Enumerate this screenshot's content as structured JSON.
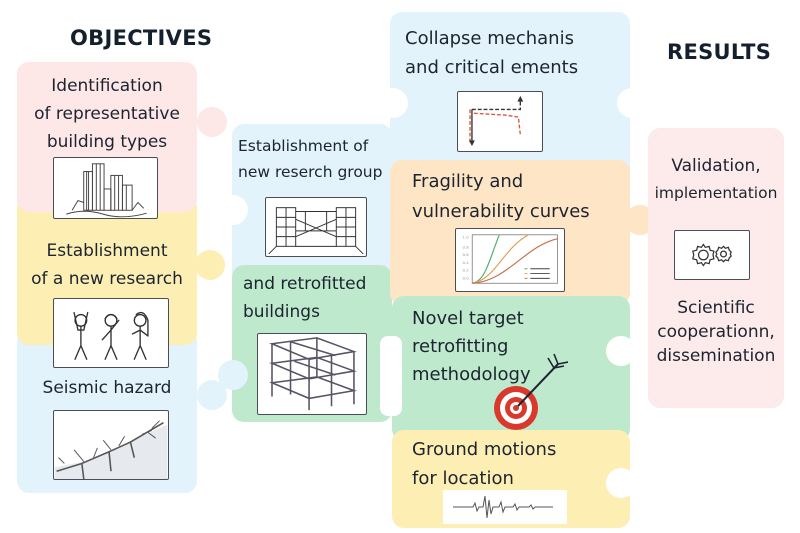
{
  "headings": {
    "objectives": "OBJECTIVES",
    "results": "RESULTS"
  },
  "objectives": [
    {
      "text": "Identification of representative building types",
      "lines": [
        "Identification",
        "of representative",
        "building types"
      ],
      "icon": "city-buildings-icon",
      "color": "#fde7e7"
    },
    {
      "text": "Establishment of a new research",
      "lines": [
        "Establishment",
        "of a new research"
      ],
      "icon": "research-team-icon",
      "color": "#fdeeb3"
    },
    {
      "text": "Seismic hazard",
      "lines": [
        "Seismic hazard"
      ],
      "icon": "ground-crack-icon",
      "color": "#e2f3fc"
    }
  ],
  "middle": [
    {
      "text": "Establishment of new reserch group",
      "lines": [
        "Establishment of",
        "new reserch group"
      ],
      "icon": "shake-table-frame-icon",
      "color": "#e2f3fc"
    },
    {
      "text": "and retrofitted buildings",
      "lines": [
        "and retrofitted",
        "buildings"
      ],
      "icon": "rc-frame-structure-icon",
      "color": "#bfe9cd"
    }
  ],
  "right_column": [
    {
      "text": "Collapse mechanis and critical ements",
      "lines": [
        "Collapse mechanis",
        "and critical ements"
      ],
      "icon": "collapse-mechanism-icon",
      "color": "#e2f3fc"
    },
    {
      "text": "Fragility and vulnerability curves",
      "lines": [
        "Fragility and",
        "vulnerability curves"
      ],
      "icon": "fragility-curves-chart-icon",
      "color": "#fde5c5"
    },
    {
      "text": "Novel target retrofitting methodology",
      "lines": [
        "Novel target",
        "retrofitting",
        "methodology"
      ],
      "icon": "target-dart-icon",
      "color": "#bfe9cd"
    },
    {
      "text": "Ground motions for location",
      "lines": [
        "Ground motions",
        "for location"
      ],
      "icon": "seismogram-icon",
      "color": "#fdeeb3"
    }
  ],
  "results": [
    {
      "text": "Validation, implementation",
      "lines": [
        "Validation,",
        "implementation"
      ]
    },
    {
      "icon": "gears-icon"
    },
    {
      "text": "Scientific cooperationn, dissemination",
      "lines": [
        "Scientific",
        "cooperationn,",
        "dissemination"
      ]
    }
  ],
  "colors": {
    "pink": "#fde7e7",
    "yellow": "#fdeeb3",
    "blue": "#e2f3fc",
    "green": "#bfe9cd",
    "orange": "#fde5c5",
    "target_red": "#d9382b",
    "heading_text": "#14202e"
  }
}
